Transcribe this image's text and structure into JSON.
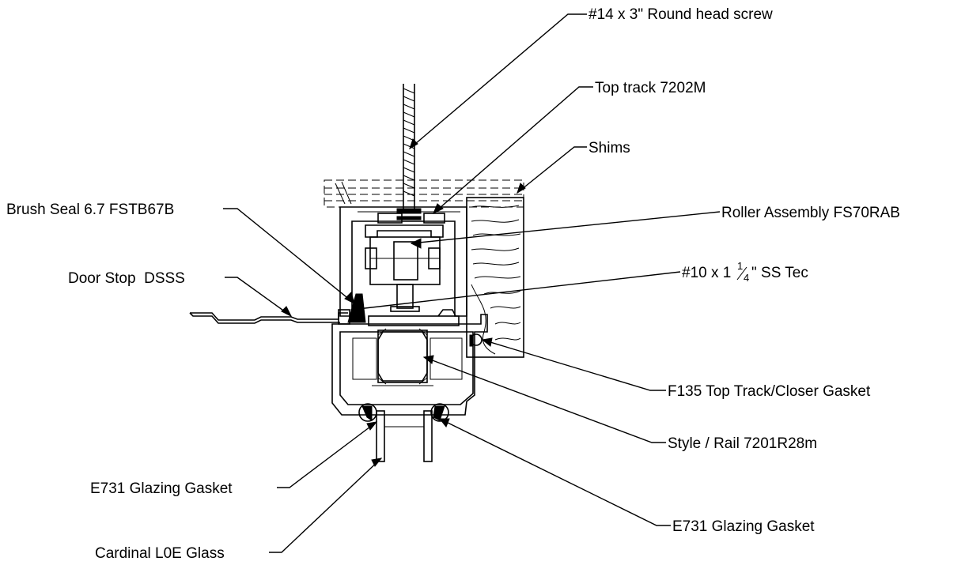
{
  "labels": {
    "screw": "#14 x 3\" Round head screw",
    "top_track": "Top track 7202M",
    "shims": "Shims",
    "brush_seal": "Brush Seal 6.7 FSTB67B",
    "roller": "Roller Assembly FS70RAB",
    "door_stop": "Door Stop  DSSS",
    "tec_prefix": "#10 x 1",
    "tec_frac_num": "1",
    "tec_frac_den": "4",
    "tec_suffix": "\" SS Tec",
    "closer_gasket": "F135 Top Track/Closer Gasket",
    "style_rail": "Style / Rail 7201R28m",
    "glazing_left": "E731 Glazing Gasket",
    "glazing_right": "E731 Glazing Gasket",
    "glass": "Cardinal L0E Glass"
  }
}
